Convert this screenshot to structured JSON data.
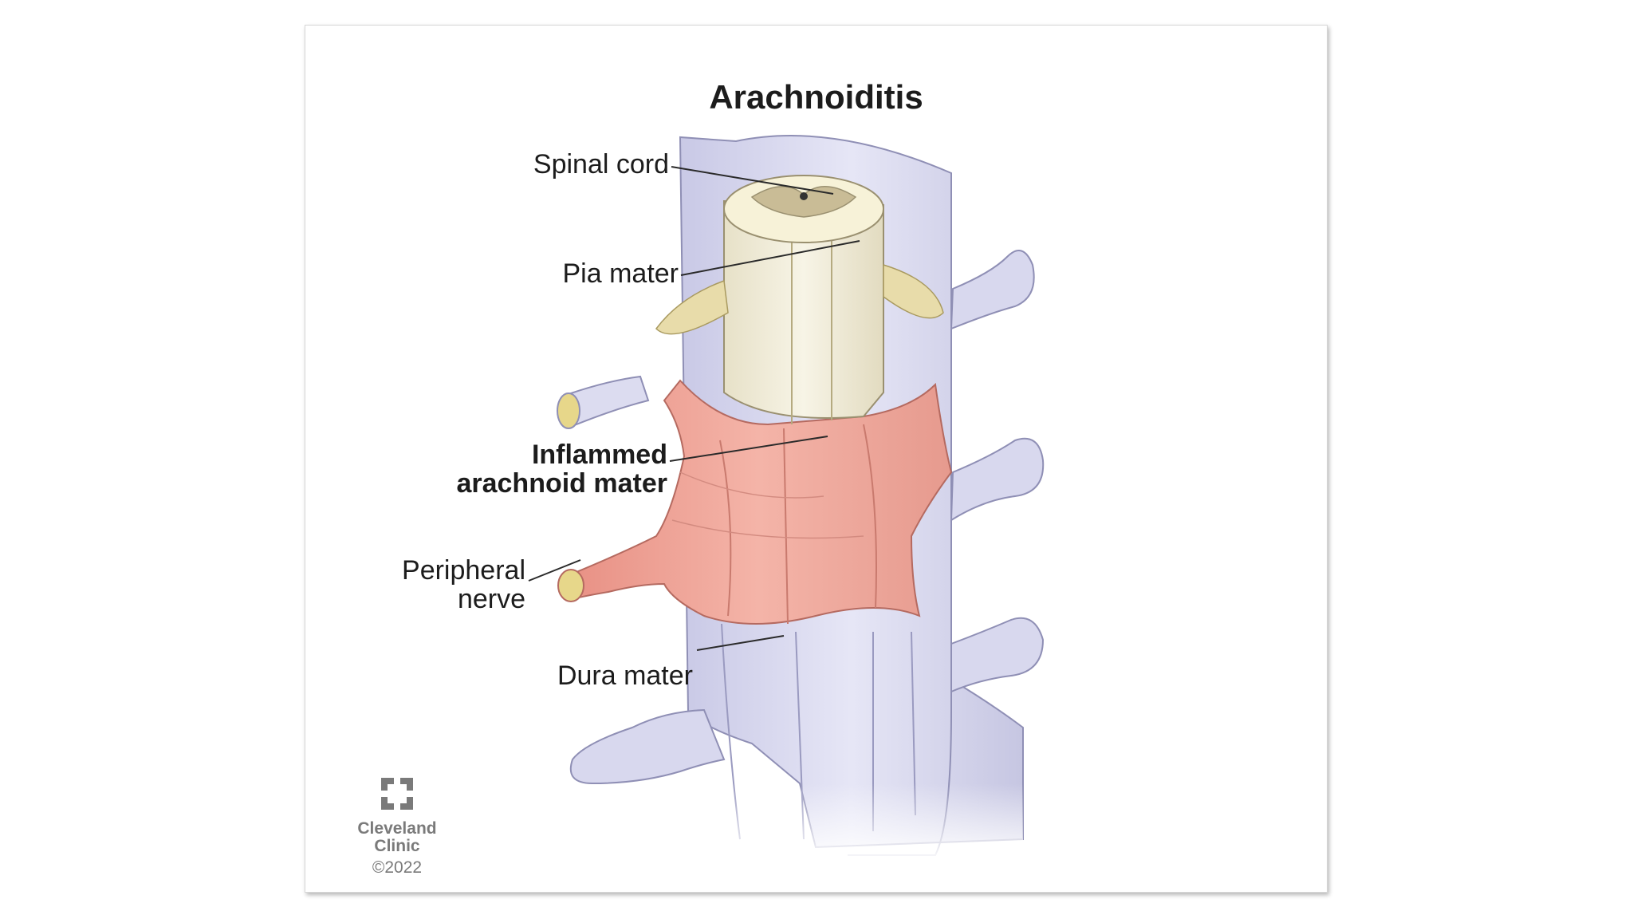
{
  "diagram": {
    "title": "Arachnoiditis",
    "labels": {
      "spinal_cord": "Spinal cord",
      "pia_mater": "Pia mater",
      "inflamed_arachnoid_line1": "Inflammed",
      "inflamed_arachnoid_line2": "arachnoid mater",
      "peripheral_nerve_line1": "Peripheral",
      "peripheral_nerve_line2": "nerve",
      "dura_mater": "Dura mater"
    },
    "credit": {
      "org_line1": "Cleveland",
      "org_line2": "Clinic",
      "copyright": "©2022"
    }
  },
  "colors": {
    "dura": "#dcdcf0",
    "arachnoid": "#eea49a",
    "cord": "#f3efdc",
    "nerve_roots": "#e8dcaa",
    "gray_matter": "#c9bc96",
    "logo": "#7a7a7a"
  }
}
